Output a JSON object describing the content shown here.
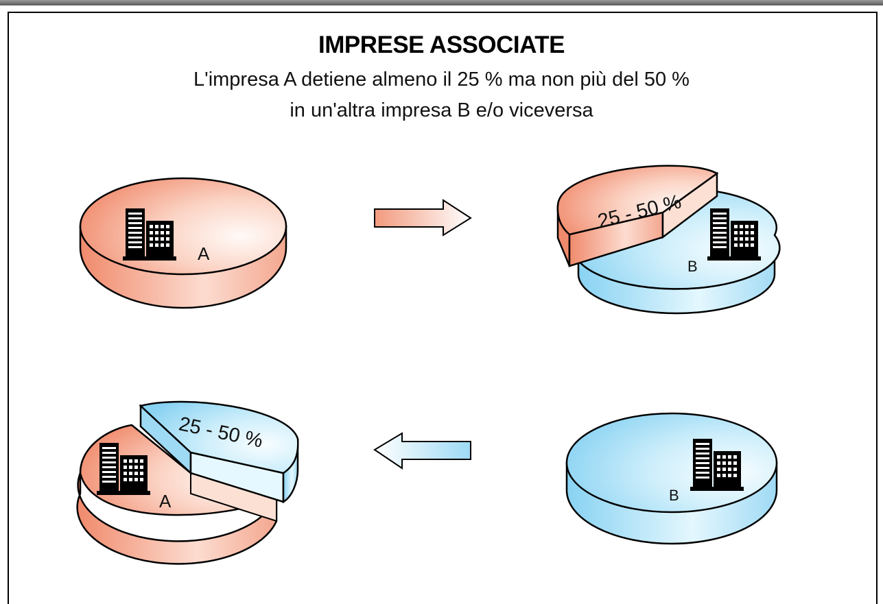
{
  "title": "IMPRESE ASSOCIATE",
  "subtitle": {
    "line1": "L'impresa A detiene almeno il 25 % ma non più del 50 %",
    "line2": "in un'altra impresa B e/o viceversa"
  },
  "companies": {
    "a_label": "A",
    "b_label": "B"
  },
  "share_label": "25 - 50 %",
  "colors": {
    "company_a": "#f4a68c",
    "company_b": "#aee3f7",
    "outline": "#000000"
  },
  "icons": [
    "building-icon",
    "arrow-right-icon",
    "arrow-left-icon"
  ]
}
